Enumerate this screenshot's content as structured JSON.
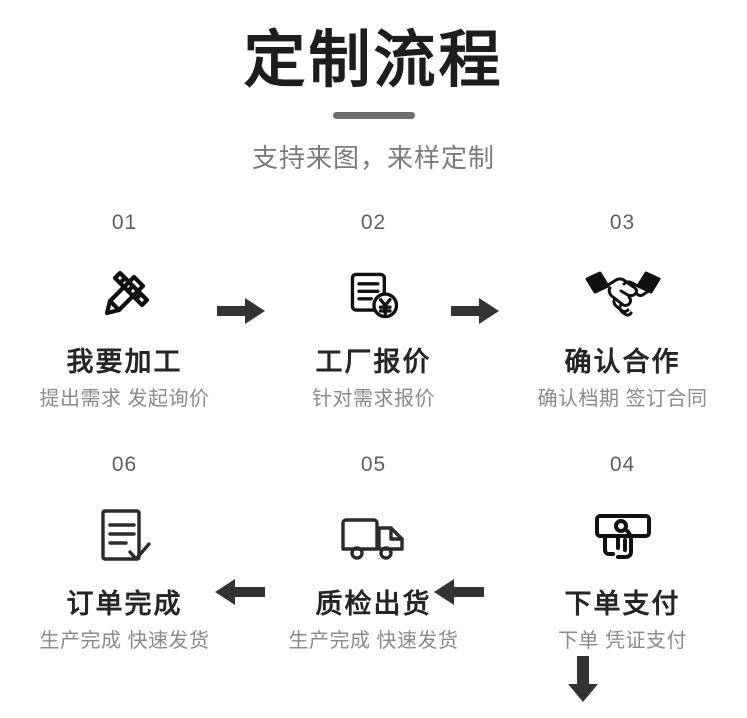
{
  "header": {
    "title": "定制流程",
    "subtitle": "支持来图，来样定制"
  },
  "colors": {
    "title": "#1d1d1d",
    "subtitle": "#7b7b7b",
    "divider": "#6e6e6e",
    "step_number": "#5f5f5f",
    "step_title": "#252525",
    "step_desc": "#8a8a8a",
    "arrow": "#333333",
    "icon": "#111111",
    "background": "#ffffff"
  },
  "flow": {
    "row_one": [
      {
        "number": "01",
        "icon": "pen-ruler-icon",
        "title": "我要加工",
        "desc": "提出需求 发起询价"
      },
      {
        "number": "02",
        "icon": "document-yuan-icon",
        "title": "工厂报价",
        "desc": "针对需求报价"
      },
      {
        "number": "03",
        "icon": "handshake-icon",
        "title": "确认合作",
        "desc": "确认档期 签订合同"
      }
    ],
    "row_two": [
      {
        "number": "06",
        "icon": "document-check-icon",
        "title": "订单完成",
        "desc": "生产完成 快速发货"
      },
      {
        "number": "05",
        "icon": "delivery-truck-icon",
        "title": "质检出货",
        "desc": "生产完成 快速发货"
      },
      {
        "number": "04",
        "icon": "hand-payment-icon",
        "title": "下单支付",
        "desc": "下单 凭证支付"
      }
    ],
    "arrows": [
      {
        "name": "arrow-right-01-to-02",
        "direction": "right"
      },
      {
        "name": "arrow-right-02-to-03",
        "direction": "right"
      },
      {
        "name": "arrow-down-03-to-04",
        "direction": "down"
      },
      {
        "name": "arrow-left-04-to-05",
        "direction": "left"
      },
      {
        "name": "arrow-left-05-to-06",
        "direction": "left"
      }
    ]
  }
}
